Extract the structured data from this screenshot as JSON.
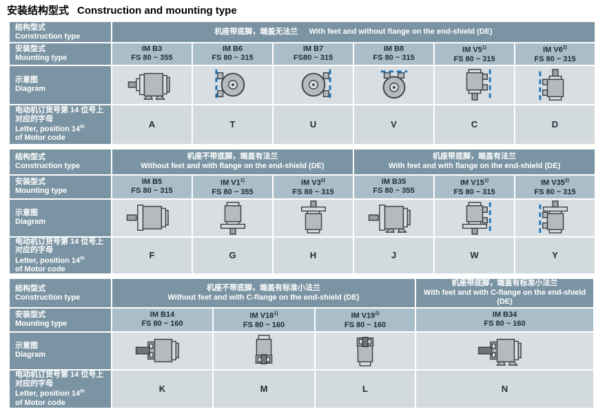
{
  "title": {
    "zh": "安装结构型式",
    "en": "Construction and mounting type"
  },
  "row_labels": {
    "construction": {
      "zh": "结构型式",
      "en": "Construction type"
    },
    "mounting": {
      "zh": "安装型式",
      "en": "Mounting type"
    },
    "diagram": {
      "zh": "示意图",
      "en": "Diagram"
    },
    "letter": {
      "zh1": "电动机订货号第 14 位号上",
      "zh2": "对应的字母",
      "en1": "Letter, position 14",
      "sup": "th",
      "en2": "of Motor code"
    }
  },
  "colors": {
    "header_slate": "#7b94a3",
    "mounting_blue": "#a9bec9",
    "cell_gray": "#d3dade",
    "diagram_gray": "#d9dee2",
    "dashed_wall_blue": "#1f73b7",
    "text_dark": "#1e2b33"
  },
  "tables": [
    {
      "groups": [
        {
          "zh": "机座带底脚，端盖无法兰",
          "en": "With feet and without flange on the end-shield (DE)",
          "span": 6,
          "single_line": true
        }
      ],
      "columns": [
        {
          "type": "IM B3",
          "footnote": "",
          "frame_size": "FS 80 ~ 355",
          "letter": "A",
          "icon": "motor-side-feet"
        },
        {
          "type": "IM B6",
          "footnote": "",
          "frame_size": "FS 80 ~ 315",
          "letter": "T",
          "icon": "motor-front-wall-left"
        },
        {
          "type": "IM B7",
          "footnote": "",
          "frame_size": "FS80 ~ 315",
          "letter": "U",
          "icon": "motor-front-wall-right"
        },
        {
          "type": "IM B8",
          "footnote": "",
          "frame_size": "FS 80 ~ 315",
          "letter": "V",
          "icon": "motor-front-ceiling"
        },
        {
          "type": "IM V5",
          "footnote": "1)",
          "frame_size": "FS 80 ~ 315",
          "letter": "C",
          "icon": "motor-vertical-shaft-down-wall-right"
        },
        {
          "type": "IM V6",
          "footnote": "2)",
          "frame_size": "FS 80 ~ 315",
          "letter": "D",
          "icon": "motor-vertical-shaft-up-wall-left"
        }
      ]
    },
    {
      "groups": [
        {
          "zh": "机座不带底脚，端盖有法兰",
          "en": "Without feet and with flange on the end-shield (DE)",
          "span": 3
        },
        {
          "zh": "机座带底脚，端盖有法兰",
          "en": "With feet and with flange on the end-shield (DE)",
          "span": 3
        }
      ],
      "columns": [
        {
          "type": "IM B5",
          "footnote": "",
          "frame_size": "FS 80 ~ 315",
          "letter": "F",
          "icon": "motor-side-flange"
        },
        {
          "type": "IM V1",
          "footnote": "1)",
          "frame_size": "FS 80 ~ 355",
          "letter": "G",
          "icon": "motor-vertical-flange-shaft-down"
        },
        {
          "type": "IM V3",
          "footnote": "2)",
          "frame_size": "FS 80 ~ 315",
          "letter": "H",
          "icon": "motor-vertical-flange-shaft-up"
        },
        {
          "type": "IM B35",
          "footnote": "",
          "frame_size": "FS 80 ~ 355",
          "letter": "J",
          "icon": "motor-side-flange-feet"
        },
        {
          "type": "IM V15",
          "footnote": "1)",
          "frame_size": "FS 80 ~ 315",
          "letter": "W",
          "icon": "motor-vertical-flange-shaft-down-wall-right"
        },
        {
          "type": "IM V35",
          "footnote": "2)",
          "frame_size": "FS 80 ~ 315",
          "letter": "Y",
          "icon": "motor-vertical-flange-shaft-up-wall-left"
        }
      ]
    },
    {
      "groups": [
        {
          "zh": "机座不带底脚，端盖有标准小法兰",
          "en": "Without feet and with C-flange on the end-shield (DE)",
          "span": 3
        },
        {
          "zh": "机座带底脚，端盖有标准小法兰",
          "en": "With feet and with C-flange on the end-shield (DE)",
          "span": 1
        }
      ],
      "columns": [
        {
          "type": "IM B14",
          "footnote": "",
          "frame_size": "FS 80 ~ 160",
          "letter": "K",
          "icon": "motor-side-cflange"
        },
        {
          "type": "IM V18",
          "footnote": "1)",
          "frame_size": "FS 80 ~ 160",
          "letter": "M",
          "icon": "motor-vertical-cflange-shaft-down"
        },
        {
          "type": "IM V19",
          "footnote": "2)",
          "frame_size": "FS 80 ~ 160",
          "letter": "L",
          "icon": "motor-vertical-cflange-shaft-up"
        },
        {
          "type": "IM B34",
          "footnote": "",
          "frame_size": "FS 80 ~ 160",
          "letter": "N",
          "icon": "motor-side-cflange-feet"
        }
      ]
    }
  ]
}
